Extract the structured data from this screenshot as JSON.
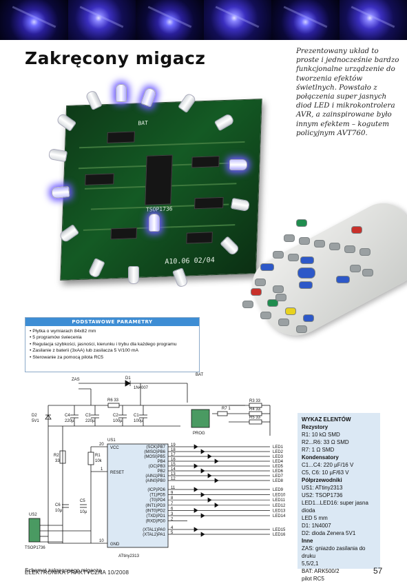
{
  "banner": {
    "tiles": 6
  },
  "title": "Zakręcony migacz",
  "intro": "Prezentowany układ to proste i jednocześnie bardzo funkcjonalne urządzenie do tworzenia efektów świetlnych. Powstało z połączenia super jasnych diod LED i mikrokontrolera AVR, a zainspirowane było innym efektem – kogutem policyjnym AVT760.",
  "pcb": {
    "marking": "A10.06  02/04",
    "ic_label": "TSOP1736",
    "bat_label": "BAT"
  },
  "params": {
    "heading": "PODSTAWOWE  PARAMETRY",
    "items": [
      "Płytka o wymiarach 84x82 mm",
      "5 programów świecenia",
      "Regulacja szybkości, jasności, kierunku i trybu dla każdego programu",
      "Zasilanie z baterii (3xAA) lub zasilacza 5 V/100 mA",
      "Sterowanie za pomocą pilota RC5"
    ]
  },
  "schematic": {
    "labels": {
      "zas": "ZAS",
      "d1": "D1",
      "d1v": "1N4007",
      "bat": "BAT",
      "r6": "R6 33",
      "r3": "R3 33",
      "r4": "R4 33",
      "r5": "R5 33",
      "r7": "R7 1",
      "prog": "PROG",
      "d2": "D2",
      "d2v": "5V1",
      "c4": "C4",
      "c4v": "220µ",
      "c3": "C3",
      "c3v": "220µ",
      "c2": "C2",
      "c2v": "100µ",
      "c1": "C1",
      "c1v": "100µ",
      "us1": "US1",
      "r2": "R2",
      "r2v": "33",
      "r1": "R1",
      "r1v": "10k",
      "c6": "C6",
      "c6v": "10µ",
      "c5": "C5",
      "c5v": "10µ",
      "us2": "US2",
      "tsop": "TSOP1736",
      "ic": "ATtiny2313",
      "vcc": "VCC",
      "reset": "RESET",
      "gnd": "GND"
    },
    "pins_left": [
      "20",
      "1",
      "10"
    ],
    "pins_top": [
      {
        "name": "(SCK)PB7",
        "num": "19",
        "led": "LED1"
      },
      {
        "name": "(MISO)PB6",
        "num": "18",
        "led": "LED2"
      },
      {
        "name": "(MOSI)PB5",
        "num": "17",
        "led": "LED3"
      },
      {
        "name": "PB4",
        "num": "16",
        "led": "LED4"
      },
      {
        "name": "(OC)PB3",
        "num": "15",
        "led": "LED5"
      },
      {
        "name": "PB2",
        "num": "14",
        "led": "LED6"
      },
      {
        "name": "(AIN1)PB1",
        "num": "13",
        "led": "LED7"
      },
      {
        "name": "(AIN0)PB0",
        "num": "12",
        "led": "LED8"
      }
    ],
    "pins_mid": [
      {
        "name": "(ICP)PD6",
        "num": "11",
        "led": "LED9"
      },
      {
        "name": "(T1)PD5",
        "num": "9",
        "led": "LED10"
      },
      {
        "name": "(T0)PD4",
        "num": "8",
        "led": "LED11"
      },
      {
        "name": "(INT1)PD3",
        "num": "7",
        "led": "LED12"
      },
      {
        "name": "(INT0)PD2",
        "num": "6",
        "led": "LED13"
      },
      {
        "name": "(TXD)PD1",
        "num": "3",
        "led": "LED14"
      },
      {
        "name": "(RXD)PD0",
        "num": "2",
        "led": ""
      }
    ],
    "pins_bot": [
      {
        "name": "(XTAL1)PA0",
        "num": "4",
        "led": "LED15"
      },
      {
        "name": "(XTAL2)PA1",
        "num": "5",
        "led": "LED16"
      }
    ]
  },
  "caption": "Schemat zakręconego migacza",
  "parts": {
    "heading": "WYKAZ ELENTÓW",
    "lines": [
      {
        "t": true,
        "s": "Rezystory"
      },
      {
        "t": false,
        "s": "R1: 10 kΩ SMD"
      },
      {
        "t": false,
        "s": "R2...R6: 33 Ω SMD"
      },
      {
        "t": false,
        "s": "R7: 1 Ω SMD"
      },
      {
        "t": true,
        "s": "Kondensatory"
      },
      {
        "t": false,
        "s": "C1...C4: 220 µF/16 V"
      },
      {
        "t": false,
        "s": "C5, C6: 10 µF/63 V"
      },
      {
        "t": true,
        "s": "Półprzewodniki"
      },
      {
        "t": false,
        "s": "US1: ATtiny2313"
      },
      {
        "t": false,
        "s": "US2: TSOP1736"
      },
      {
        "t": false,
        "s": "LED1...LED16: super jasna dioda"
      },
      {
        "t": false,
        "s": "LED 5 mm"
      },
      {
        "t": false,
        "s": "D1: 1N4007"
      },
      {
        "t": false,
        "s": "D2: dioda Zenera 5V1"
      },
      {
        "t": true,
        "s": "Inne"
      },
      {
        "t": false,
        "s": "ZAS: gniazdo zasilania do druku"
      },
      {
        "t": false,
        "s": "5,5/2,1"
      },
      {
        "t": false,
        "s": "BAT: ARK500/2"
      },
      {
        "t": false,
        "s": "pilot RC5"
      }
    ]
  },
  "footer": {
    "left": "ELEKTRONIKA PRAKTYCZNA 10/2008",
    "page": "57"
  },
  "colors": {
    "accent": "#3d8dd4",
    "parts_bg": "#dbe8f4",
    "pcb": "#145a24"
  }
}
